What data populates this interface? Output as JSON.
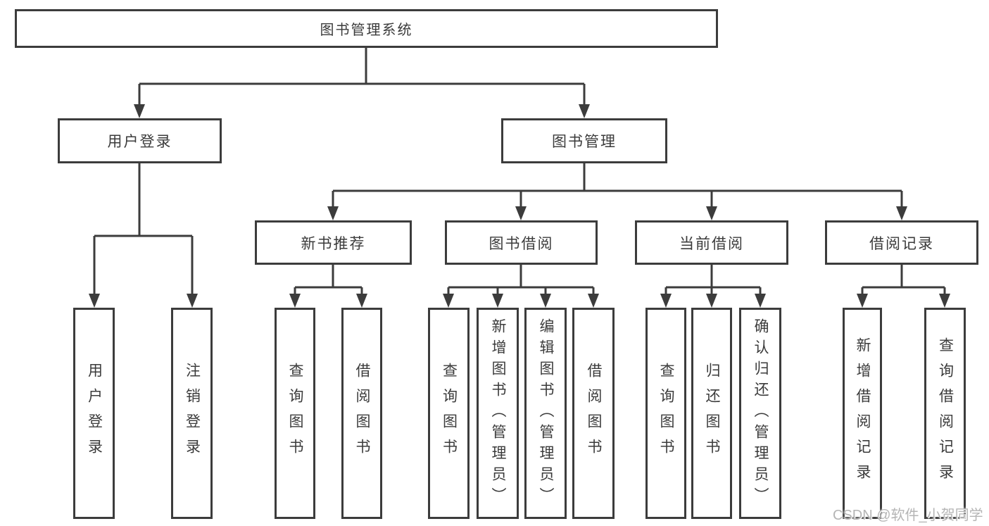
{
  "tree": {
    "root": {
      "label": "图书管理系统"
    },
    "children": [
      {
        "label": "用户登录",
        "children": [
          {
            "label": "用户登录"
          },
          {
            "label": "注销登录"
          }
        ]
      },
      {
        "label": "图书管理",
        "children": [
          {
            "label": "新书推荐",
            "children": [
              {
                "label": "查询图书"
              },
              {
                "label": "借阅图书"
              }
            ]
          },
          {
            "label": "图书借阅",
            "children": [
              {
                "label": "查询图书"
              },
              {
                "label": "新增图书（管理员）"
              },
              {
                "label": "编辑图书（管理员）"
              },
              {
                "label": "借阅图书"
              }
            ]
          },
          {
            "label": "当前借阅",
            "children": [
              {
                "label": "查询图书"
              },
              {
                "label": "归还图书"
              },
              {
                "label": "确认归还（管理员）"
              }
            ]
          },
          {
            "label": "借阅记录",
            "children": [
              {
                "label": "新增借阅记录"
              },
              {
                "label": "查询借阅记录"
              }
            ]
          }
        ]
      }
    ]
  },
  "watermark": {
    "text": "CSDN @软件_小贺同学"
  },
  "colors": {
    "line": "#3c3c3c",
    "text": "#3b3b3b",
    "background": "#ffffff",
    "watermark": "#b5b5b5"
  }
}
